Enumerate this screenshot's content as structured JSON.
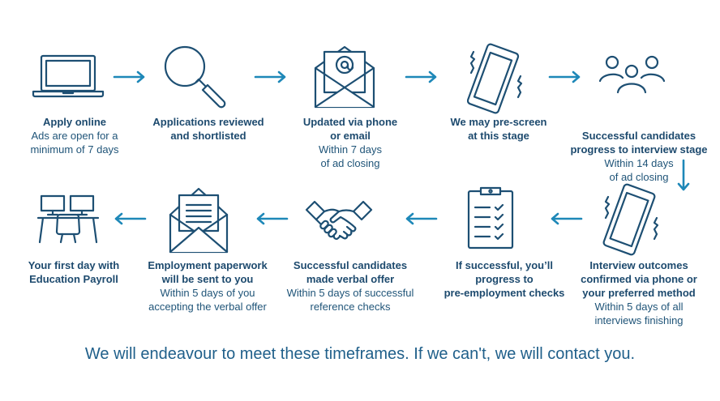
{
  "steps": [
    {
      "title": "Apply online",
      "sub": [
        "Ads are open for a",
        "minimum of 7 days"
      ],
      "icon": "laptop-icon"
    },
    {
      "title": [
        "Applications reviewed",
        "and shortlisted"
      ],
      "icon": "magnifier-icon"
    },
    {
      "title": [
        "Updated via phone",
        "or email"
      ],
      "sub": [
        "Within 7 days",
        "of ad closing"
      ],
      "icon": "email-icon"
    },
    {
      "title": [
        "We may pre-screen",
        "at this stage"
      ],
      "icon": "phone-ringing-icon"
    },
    {
      "title": [
        "Successful candidates",
        "progress to interview stage"
      ],
      "sub": [
        "Within 14 days",
        "of ad closing"
      ],
      "icon": "people-group-icon"
    },
    {
      "title": [
        "Interview outcomes",
        "confirmed via phone or",
        "your preferred method"
      ],
      "sub": [
        "Within 5 days of all",
        "interviews finishing"
      ],
      "icon": "phone-ringing-icon"
    },
    {
      "title": [
        "If successful, you’ll",
        "progress to",
        "pre-employment checks"
      ],
      "icon": "checklist-clipboard-icon"
    },
    {
      "title": [
        "Successful candidates",
        "made verbal offer"
      ],
      "sub": [
        "Within 5 days of successful",
        "reference checks"
      ],
      "icon": "handshake-icon"
    },
    {
      "title": [
        "Employment paperwork",
        "will be sent to you"
      ],
      "sub": [
        "Within 5 days of you",
        "accepting the verbal offer"
      ],
      "icon": "document-envelope-icon"
    },
    {
      "title": [
        "Your first day with",
        "Education Payroll"
      ],
      "icon": "desk-workstation-icon"
    }
  ],
  "footer": "We will endeavour to meet these timeframes. If we can't, we will contact you.",
  "colors": {
    "text": "#1d4f73",
    "arrow": "#1e88b8"
  }
}
